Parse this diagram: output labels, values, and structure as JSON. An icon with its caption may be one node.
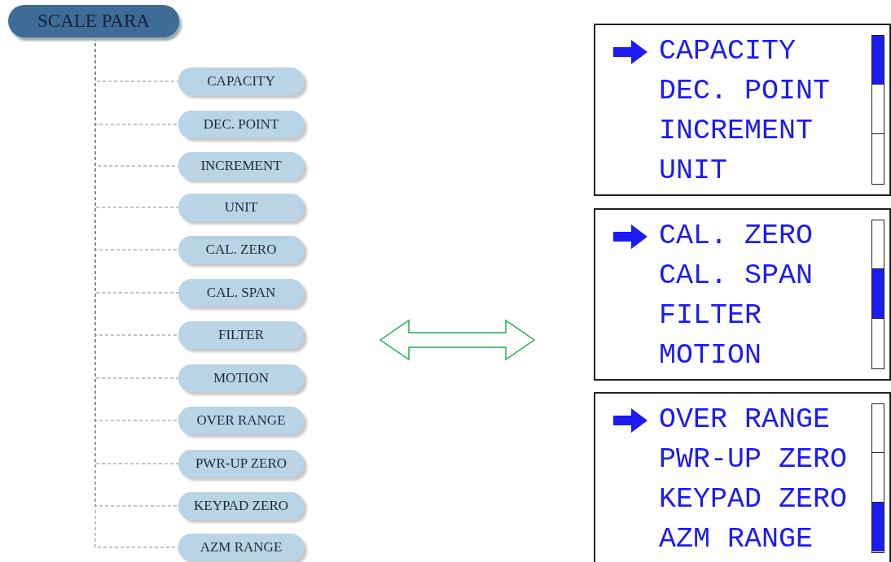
{
  "diagram": {
    "nodes": [
      {
        "text": [
          "SCALE PARA"
        ]
      },
      {
        "text": [
          "CAPACITY"
        ]
      },
      {
        "text": [
          "DEC. POINT"
        ]
      },
      {
        "text": [
          "INCREMENT"
        ]
      },
      {
        "text": [
          "UNIT"
        ]
      },
      {
        "text": [
          "CAL. ZERO"
        ]
      },
      {
        "text": [
          "CAL. SPAN"
        ]
      },
      {
        "text": [
          "FILTER"
        ]
      },
      {
        "text": [
          "MOTION"
        ]
      },
      {
        "text": [
          "OVER RANGE"
        ]
      },
      {
        "text": [
          "PWR-UP ZERO"
        ]
      },
      {
        "text": [
          "KEYPAD ZERO"
        ]
      },
      {
        "text": [
          "AZM RANGE"
        ]
      },
      {
        "text": [
          "CAPACITY",
          "DEC. POINT",
          "INCREMENT",
          "UNIT"
        ]
      },
      {
        "text": [
          "CAL. ZERO",
          "CAL. SPAN",
          "FILTER",
          "MOTION"
        ]
      },
      {
        "text": [
          "OVER RANGE",
          "PWR-UP ZERO",
          "KEYPAD ZERO",
          "AZM RANGE"
        ]
      }
    ],
    "edges": [
      {
        "from": 0,
        "to": 1,
        "arrow": "none",
        "style": "dashed"
      },
      {
        "from": 0,
        "to": 2,
        "arrow": "none",
        "style": "dashed"
      },
      {
        "from": 0,
        "to": 3,
        "arrow": "none",
        "style": "dashed"
      },
      {
        "from": 0,
        "to": 4,
        "arrow": "none",
        "style": "dashed"
      },
      {
        "from": 0,
        "to": 5,
        "arrow": "none",
        "style": "dashed"
      },
      {
        "from": 0,
        "to": 6,
        "arrow": "none",
        "style": "dashed"
      },
      {
        "from": 0,
        "to": 7,
        "arrow": "none",
        "style": "dashed"
      },
      {
        "from": 0,
        "to": 8,
        "arrow": "none",
        "style": "dashed"
      },
      {
        "from": 0,
        "to": 9,
        "arrow": "none",
        "style": "dashed"
      },
      {
        "from": 0,
        "to": 10,
        "arrow": "none",
        "style": "dashed"
      },
      {
        "from": 0,
        "to": 11,
        "arrow": "none",
        "style": "dashed"
      },
      {
        "from": 0,
        "to": 12,
        "arrow": "none",
        "style": "dashed"
      }
    ]
  }
}
